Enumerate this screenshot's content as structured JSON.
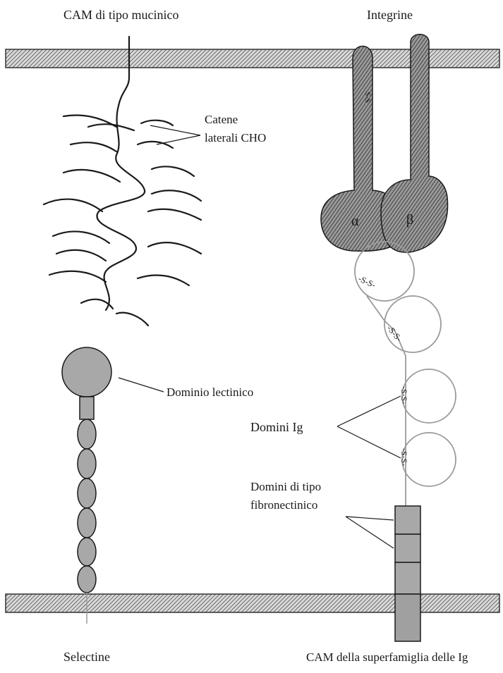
{
  "labels": {
    "mucin_cam": "CAM di tipo mucinico",
    "integrins": "Integrine",
    "cho_chains_line1": "Catene",
    "cho_chains_line2": "laterali CHO",
    "alpha": "α",
    "beta": "β",
    "lectin_domain": "Dominio lectinico",
    "ig_domains": "Domini Ig",
    "fibronectin_line1": "Domini di tipo",
    "fibronectin_line2": "fibronectinico",
    "selectins": "Selectine",
    "ig_superfamily": "CAM della superfamiglia delle Ig"
  },
  "disulfide": {
    "ss_label": "-S-S-",
    "ss_short": "S-S"
  }
}
